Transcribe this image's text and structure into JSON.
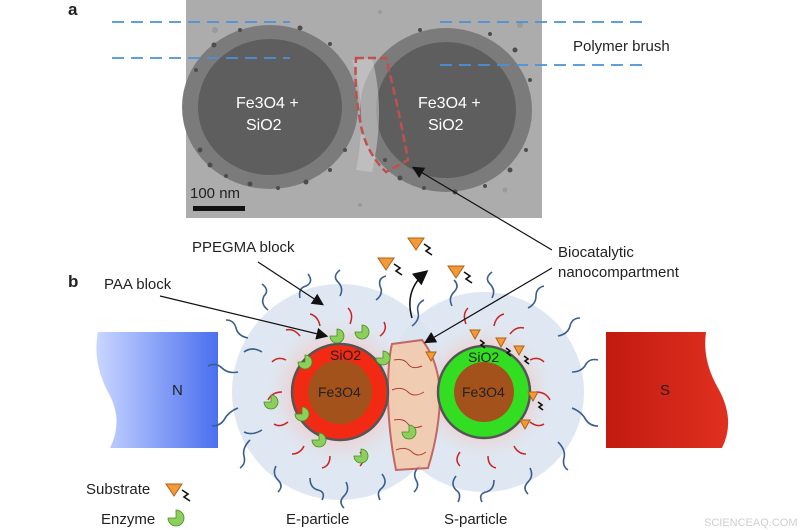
{
  "panel_a": {
    "letter": "a",
    "polymer_brush_label": "Polymer brush",
    "particle_label_line1": "Fe3O4 +",
    "particle_label_line2": "SiO2",
    "scale_bar_label": "100 nm"
  },
  "panel_b": {
    "letter": "b",
    "ppegma_label": "PPEGMA block",
    "paa_label": "PAA block",
    "nanocompartment_label_line1": "Biocatalytic",
    "nanocompartment_label_line2": "nanocompartment",
    "magnet_north": "N",
    "magnet_south": "S",
    "shell_label": "SiO2",
    "core_label": "Fe3O4",
    "e_particle_label": "E-particle",
    "s_particle_label": "S-particle",
    "legend": {
      "substrate_label": "Substrate",
      "enzyme_label": "Enzyme"
    }
  },
  "colors": {
    "e_shell": "#f22a14",
    "s_shell": "#33dd22",
    "core": "#a4521c",
    "corona": "#d5e3f0",
    "north_magnet": "#5a7ff0",
    "south_magnet": "#c21a10",
    "substrate": "#f29a3a",
    "enzyme": "#8ccf5a",
    "polymer_brush": "#3a5f8f",
    "paa": "#cc2222",
    "dashed_guides": "#4a90d9",
    "compartment_outline": "#c0504d"
  },
  "watermark": "SCIENCEAQ.COM"
}
